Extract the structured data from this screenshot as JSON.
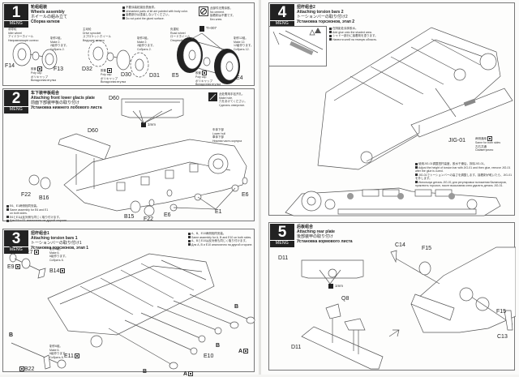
{
  "document": {
    "brand": "MENG",
    "steps": [
      {
        "number": "1",
        "title_cn": "轮组组装",
        "title_en": "Wheels assembly",
        "title_jp": "ホイールの組み立て",
        "title_ru": "Сборка катков",
        "notes": [
          {
            "text": "不要涂装粘接处表面漆。"
          },
          {
            "text": "Unmarked parts of kit are painted with body color."
          },
          {
            "text": "接着部分は塗装しないでください。"
          },
          {
            "text": "Do not paint the glued surface."
          }
        ],
        "nocement": {
          "cn": "此部件无需涂胶。",
          "en": "No cement.",
          "jp": "接着剤は不要です。",
          "ru": "Без клея."
        },
        "groups": [
          {
            "cn": "诱导轮",
            "en": "Idler wheel",
            "jp": "アイドラーホイール",
            "ru": "Направляющее колесо",
            "make_cn": "制作2组。",
            "make_en": "Make 2.",
            "make_jp": "2組作ります。",
            "make_ru": "Собрать 2.",
            "parts": [
              "F14",
              "F13"
            ],
            "polycap": {
              "cn": "胶套",
              "en": "Poly cap",
              "jp": "ポリキャップ",
              "ru": "Вкладочная втулка"
            }
          },
          {
            "cn": "主动轮",
            "en": "Drive sprocket",
            "jp": "スプロケットホイール",
            "ru": "Ведущее колесо",
            "make_cn": "制作2组。",
            "make_en": "Make 2.",
            "make_jp": "2組作ります。",
            "make_ru": "Собрать 2.",
            "parts": [
              "D32",
              "D30",
              "D31"
            ],
            "polycap": {
              "cn": "胶套",
              "en": "Poly cap",
              "jp": "ポリキャップ",
              "ru": "Вкладочная втулка"
            }
          },
          {
            "cn": "负重轮",
            "en": "Road wheel",
            "jp": "ロードホイール",
            "ru": "Опорный каток",
            "make_cn": "制作12组。",
            "make_en": "Make 12.",
            "make_jp": "12組作ります。",
            "make_ru": "Собрать 12.",
            "parts": [
              "E5",
              "E4"
            ],
            "tire_ref": "TI-007",
            "polycap": {
              "cn": "胶套",
              "en": "Poly cap",
              "jp": "ポリキャップ",
              "ru": "Вкладочная втулка"
            }
          }
        ]
      },
      {
        "number": "2",
        "title_cn": "车下装甲板组合",
        "title_en": "Attaching front lower glacis plate",
        "title_jp": "前面下部装甲板の取り付け",
        "title_ru": "Установка нижнего лобового листа",
        "drill": {
          "cn": "此处需用手钻开孔。",
          "en": "Make hole.",
          "jp": "穴をあけてください。",
          "ru": "Сделать отверстие."
        },
        "detail_part": "D60",
        "drill_size": "1mm",
        "lower_hull": {
          "cn": "车体下部",
          "en": "Lower hull",
          "jp": "車体下部",
          "ru": "Нижняя часть корпуса"
        },
        "parts": [
          "D60",
          "F22",
          "B16",
          "B15",
          "F22",
          "E6",
          "E6",
          "E1"
        ],
        "notes": [
          {
            "text": "E6、E1两侧相同安装。"
          },
          {
            "text": "Same assembly for E6 and E1"
          },
          {
            "text": "on both sides."
          },
          {
            "text": "E6とE1は反対側も同じく取り付けます。"
          },
          {
            "text": "Для E6 и E1 аналогично на другой стороне."
          }
        ]
      },
      {
        "number": "3",
        "title_cn": "扭杆组合1",
        "title_en": "Attaching torsion bars 1",
        "title_jp": "トーションバーの取り付け1",
        "title_ru": "Установка торсионов, этап 1",
        "notes": [
          {
            "text": "A、B、E10两侧相同安装。"
          },
          {
            "text": "Same assembly for A, B and E10 on both sides."
          },
          {
            "text": "A、BとE10は反対側も同じく取り付けます。"
          },
          {
            "text": "Для A, B и E10 аналогично на другой стороне."
          }
        ],
        "make_a": {
          "cn": "制作6组。",
          "en": "Make 6.",
          "jp": "6組作ります。",
          "ru": "Собрать 6."
        },
        "make_b": {
          "cn": "制作6组。",
          "en": "Make 6.",
          "jp": "6組作ります。",
          "ru": "Собрать 6."
        },
        "labels": [
          "A",
          "E7",
          "E9",
          "B14",
          "B",
          "E11",
          "B22",
          "E10",
          "B",
          "B",
          "A",
          "B",
          "A"
        ]
      },
      {
        "number": "4",
        "title_cn": "扭杆组合2",
        "title_en": "Attaching torsion bars 2",
        "title_jp": "トーションバーの取り付け2",
        "title_ru": "Установка торсионов, этап 2",
        "glue_notes": [
          {
            "text": "在阴影处涂抹胶水。"
          },
          {
            "text": "Add glue onto the shaded area."
          },
          {
            "text": "シャドー部分に接着剤を塗ります。"
          },
          {
            "text": "Нанести клей на темную область."
          }
        ],
        "jig": {
          "label": "JIG-01",
          "cn": "两侧通用",
          "en": "Same for both sides",
          "jp": "左右共通",
          "ru": "Симметрично"
        },
        "jig_notes": [
          {
            "text": "使用JIG-01调整扭杆高度，胶水干燥后，拆除JIG-01。"
          },
          {
            "text": "Adjust the height of torsion bar with JIG-01 and then glue, remove JIG-01"
          },
          {
            "text": "after the glue is cured."
          },
          {
            "text": "JIG-01でトーションバーの高さを調整します。接着剤が乾いたら、JIG-01を外します。"
          },
          {
            "text": "Используя деталь JIG-01 для регулировки положения балансиров, приклеить торсион, после высыхания клея удалить деталь JIG-01."
          }
        ]
      },
      {
        "number": "5",
        "title_cn": "后板组合",
        "title_en": "Attaching rear plate",
        "title_jp": "後部装甲の取り付け",
        "title_ru": "Установка кормового листа",
        "drill_size": "1mm",
        "labels": [
          "D11",
          "Q8",
          "D11",
          "C14",
          "F15",
          "F15",
          "C13"
        ]
      }
    ]
  }
}
